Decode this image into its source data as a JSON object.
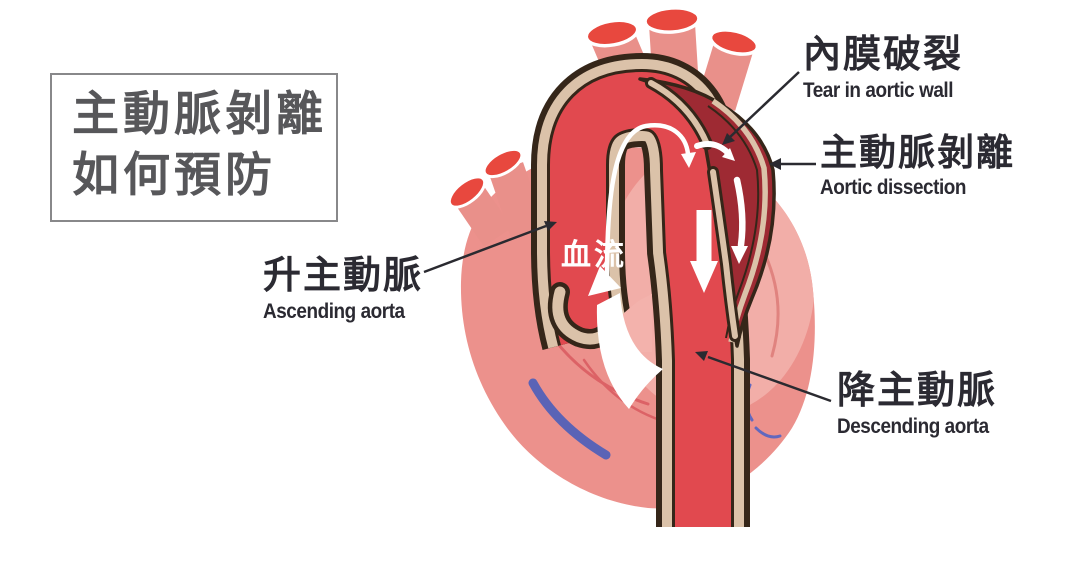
{
  "title": {
    "line1": "主動脈剝離",
    "line2": "如何預防"
  },
  "annotations": {
    "tear": {
      "zh": "內膜破裂",
      "en": "Tear in aortic wall"
    },
    "dissection": {
      "zh": "主動脈剝離",
      "en": "Aortic dissection"
    },
    "ascending": {
      "zh": "升主動脈",
      "en": "Ascending aorta"
    },
    "descending": {
      "zh": "降主動脈",
      "en": "Descending aorta"
    },
    "blood_flow": "血流"
  },
  "colors": {
    "background": "#FFFFFF",
    "heart_pink": "#EC918C",
    "heart_light_pink": "#F2AEA8",
    "aorta_lumen_red": "#E1494F",
    "false_lumen_dark_red": "#9E2A33",
    "vessel_wall_tan": "#DBC2A9",
    "outline_brown": "#352619",
    "vessel_opening_red": "#E8483E",
    "vein_blue": "#5A63B6",
    "label_ink": "#2B2A32",
    "title_gray": "#57575A",
    "flow_arrow_white": "#FFFFFF"
  }
}
